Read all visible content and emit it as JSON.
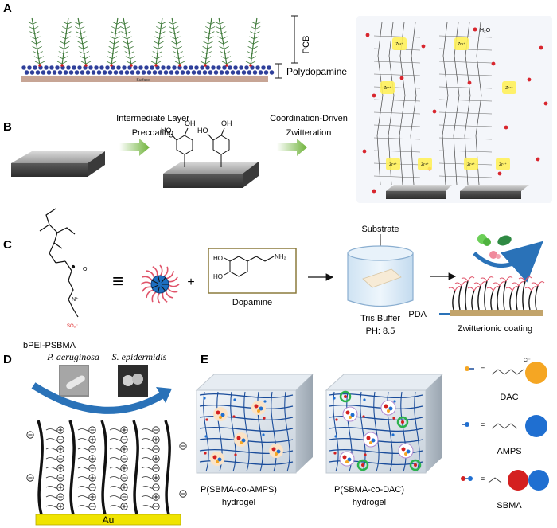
{
  "panel_a": {
    "label": "A",
    "pcb": "PCB",
    "polydopamine": "Polydopamine",
    "surface": "Surface"
  },
  "panel_b": {
    "label": "B",
    "step1_line1": "Intermediate Layer",
    "step1_line2": "Precoating",
    "step2_line1": "Coordination-Driven",
    "step2_line2": "Zwitteration",
    "ho1": "HO",
    "oh1": "OH",
    "ho2": "HO",
    "oh2": "OH",
    "water_label": "H₂O",
    "zr_label": "Zr⁴⁺"
  },
  "panel_c": {
    "label": "C",
    "polymer_name": "bPEI-PSBMA",
    "equiv_symbol": "≡",
    "plus": "+",
    "dopamine_name": "Dopamine",
    "ho_top": "HO",
    "ho_bottom": "HO",
    "nh2": "NH₂",
    "so3": "SO₃⁻",
    "substrate": "Substrate",
    "buffer": "Tris Buffer",
    "ph": "PH: 8.5",
    "pda": "PDA",
    "coating": "Zwitterionic coating"
  },
  "panel_d": {
    "label": "D",
    "bacterium1": "P. aeruginosa",
    "bacterium2": "S. epidermidis",
    "gold": "Au"
  },
  "panel_e": {
    "label": "E",
    "gel1_line1": "P(SBMA-co-AMPS)",
    "gel1_line2": "hydrogel",
    "gel2_line1": "P(SBMA-co-DAC)",
    "gel2_line2": "hydrogel",
    "legend": [
      {
        "name": "DAC",
        "color": "#f5a623"
      },
      {
        "name": "AMPS",
        "color": "#1f6fd1"
      },
      {
        "name": "SBMA",
        "color": "#d42020"
      }
    ],
    "cl": "Cl⁻"
  },
  "colors": {
    "chain_green": "#3f7a3a",
    "pda_blue": "#2e3f9a",
    "surface_tan": "#c7a595",
    "arrow_green": "#7dbb4a",
    "zr_yellow": "#fff15a",
    "gold": "#f0e400",
    "gel_blue": "#1a4c9a",
    "d_arrow": "#2a72b8"
  }
}
